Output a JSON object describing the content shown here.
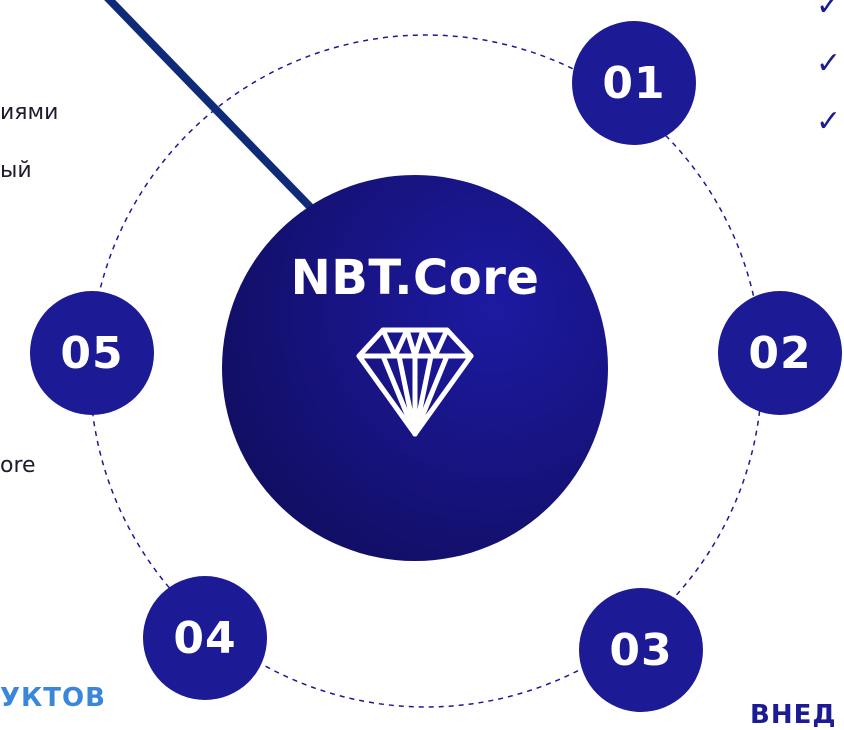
{
  "center": {
    "title": "NBT.Core",
    "icon": "diamond-icon"
  },
  "steps": [
    {
      "label": "01"
    },
    {
      "label": "02"
    },
    {
      "label": "03"
    },
    {
      "label": "04"
    },
    {
      "label": "05"
    }
  ],
  "side_texts": {
    "line1": "иями",
    "line2": "ый",
    "line3": "ore"
  },
  "checks": [
    "✓",
    "✓",
    "✓"
  ],
  "bottom": {
    "left": "УКТОВ",
    "right": "ВНЕД"
  },
  "colors": {
    "circle": "#1c1a94",
    "line": "#0f2a78",
    "dashed_ring": "#1c1a94",
    "bottom_text": "#3a86d9"
  }
}
